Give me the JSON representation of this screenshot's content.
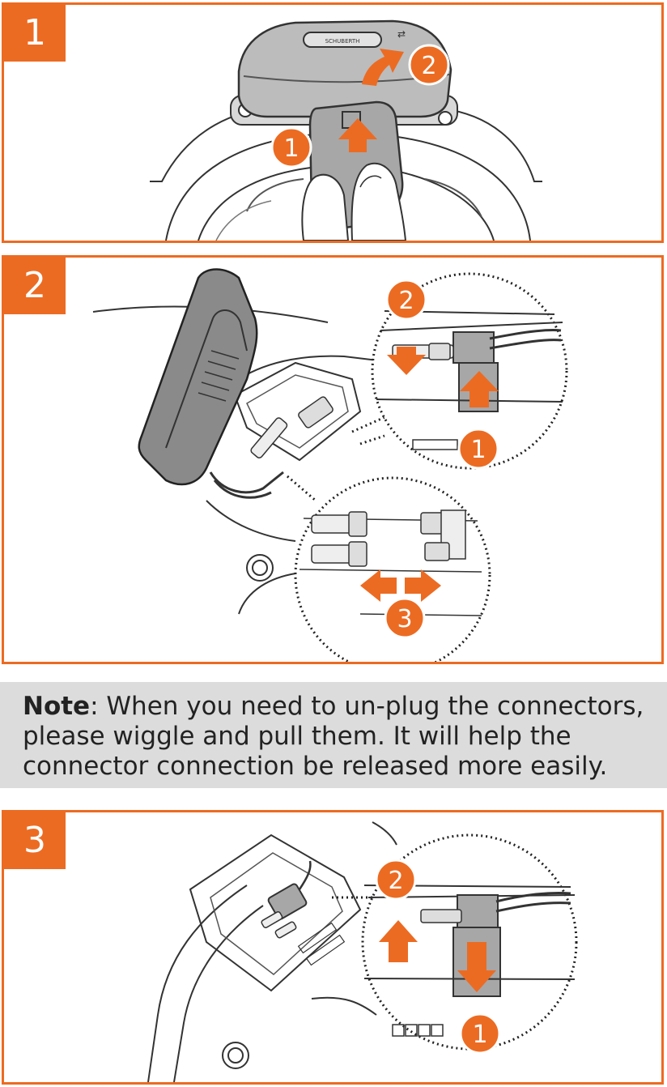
{
  "steps": [
    {
      "number": "1",
      "badges": [
        "1",
        "2"
      ]
    },
    {
      "number": "2",
      "badges": [
        "2",
        "1",
        "3"
      ]
    },
    {
      "number": "3",
      "badges": [
        "2",
        "1"
      ]
    }
  ],
  "note": {
    "label": "Note",
    "lines": [
      ": When you need to un-plug the connectors,",
      "please wiggle and pull them. It will help the",
      "connector connection be released more easily."
    ]
  },
  "device": {
    "logo_text": "SCHUBERTH"
  },
  "colors": {
    "accent": "#ec6b22",
    "note_bg": "#dcdcdc",
    "outline": "#333333",
    "device_gray": "#a7a7a7"
  }
}
